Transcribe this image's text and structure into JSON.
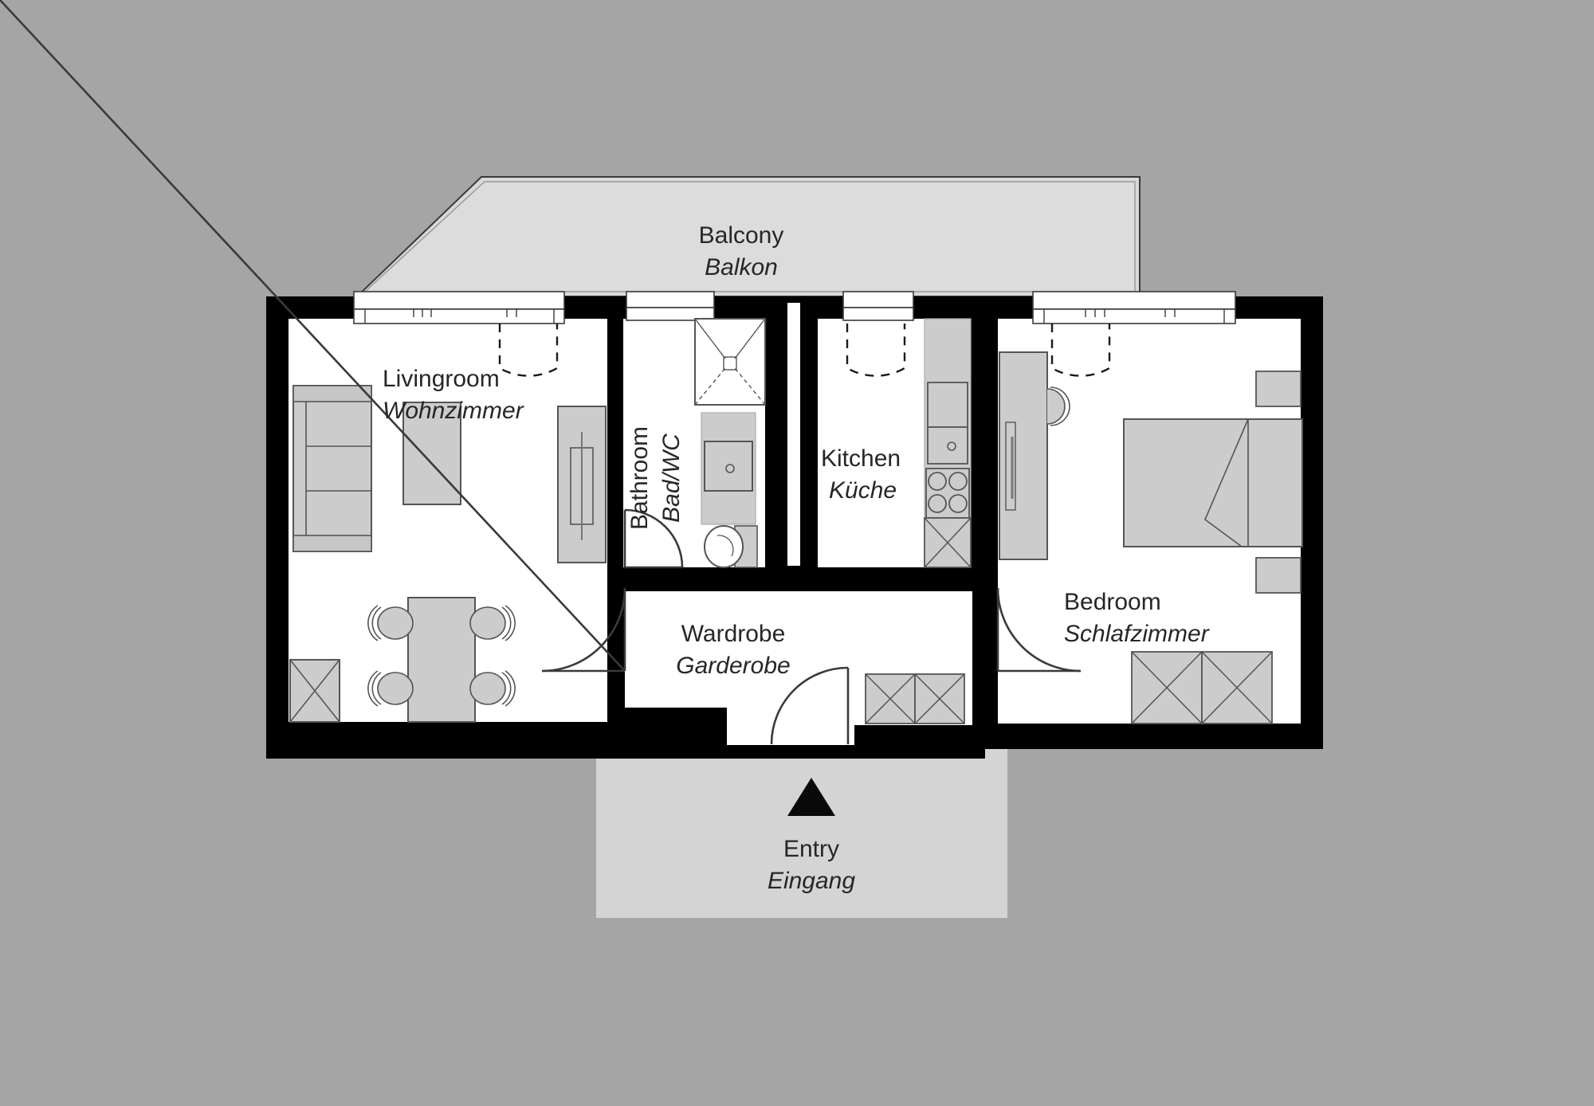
{
  "plan": {
    "type": "apartment-floor-plan",
    "background_color": "#a5a5a5",
    "wall_color": "#000000",
    "room_fill": "#ffffff",
    "furniture_fill": "#cccccc",
    "outdoor_fill": "#d8d8d8",
    "text_color": "#262626"
  },
  "rooms": [
    {
      "id": "balcony",
      "label_en": "Balcony",
      "label_de": "Balkon",
      "orientation": "horizontal"
    },
    {
      "id": "livingroom",
      "label_en": "Livingroom",
      "label_de": "Wohnzimmer",
      "orientation": "horizontal"
    },
    {
      "id": "bathroom",
      "label_en": "Bathroom",
      "label_de": "Bad/WC",
      "orientation": "vertical"
    },
    {
      "id": "kitchen",
      "label_en": "Kitchen",
      "label_de": "Küche",
      "orientation": "horizontal"
    },
    {
      "id": "bedroom",
      "label_en": "Bedroom",
      "label_de": "Schlafzimmer",
      "orientation": "horizontal"
    },
    {
      "id": "wardrobe",
      "label_en": "Wardrobe",
      "label_de": "Garderobe",
      "orientation": "horizontal"
    },
    {
      "id": "entry",
      "label_en": "Entry",
      "label_de": "Eingang",
      "orientation": "horizontal"
    }
  ],
  "markers": {
    "entry_arrow": "triangle-up-marker"
  },
  "fixtures": {
    "livingroom": [
      "sofa",
      "coffee-table",
      "sideboard",
      "dining-table",
      "dining-chairs-4",
      "cabinet-x"
    ],
    "bathroom": [
      "shower",
      "vanity-sink",
      "toilet"
    ],
    "kitchen": [
      "counter",
      "sink",
      "cooktop-4-burner",
      "cabinet-x",
      "tall-cabinet"
    ],
    "bedroom": [
      "double-bed",
      "nightstand-left",
      "nightstand-right",
      "wardrobe-cabinet",
      "cabinet-x-pair"
    ],
    "wardrobe": [
      "cabinet-x-pair"
    ]
  },
  "openings": {
    "windows": [
      "living-window",
      "bath-window",
      "kitchen-window",
      "bedroom-window"
    ],
    "doors": [
      "bathroom-door",
      "livingroom-door",
      "bedroom-door",
      "entry-door"
    ]
  }
}
